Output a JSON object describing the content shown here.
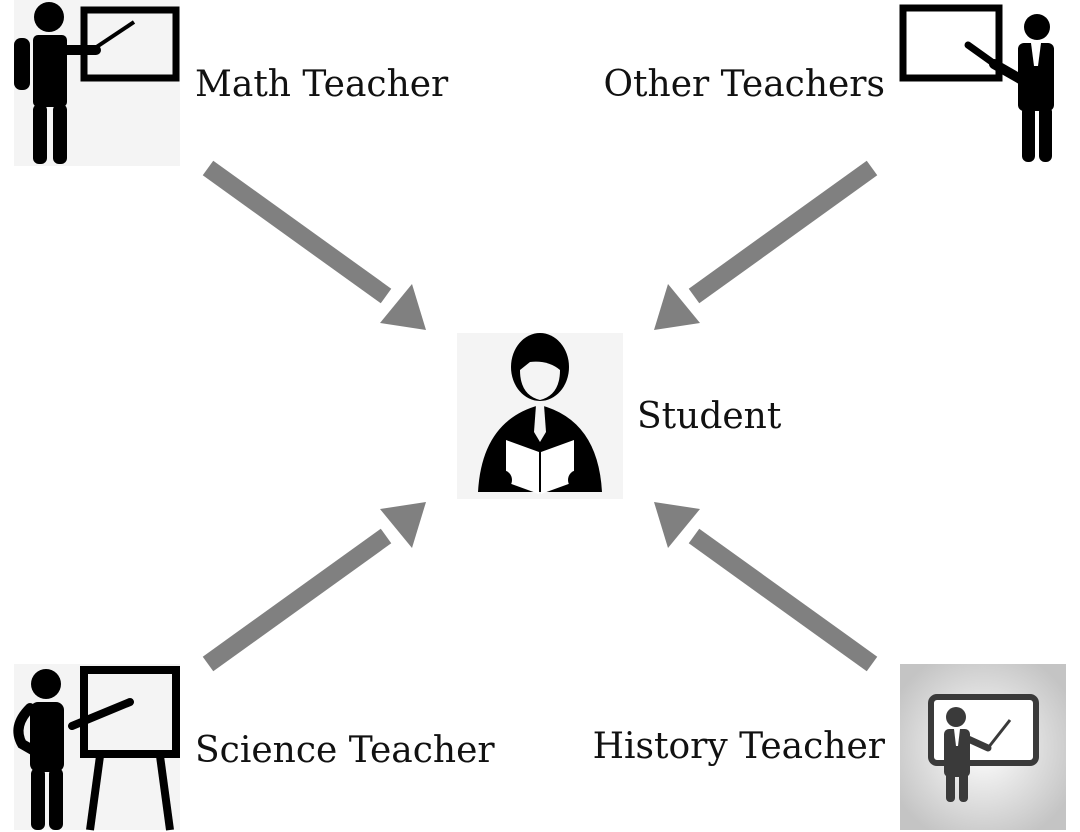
{
  "nodes": {
    "math_teacher": "Math Teacher",
    "other_teachers": "Other Teachers",
    "student": "Student",
    "science_teacher": "Science Teacher",
    "history_teacher": "History Teacher"
  },
  "edges": [
    {
      "from": "math_teacher",
      "to": "student"
    },
    {
      "from": "other_teachers",
      "to": "student"
    },
    {
      "from": "science_teacher",
      "to": "student"
    },
    {
      "from": "history_teacher",
      "to": "student"
    }
  ],
  "colors": {
    "arrow": "#808080",
    "icon": "#000000",
    "icon_bg": "#f4f4f4"
  }
}
